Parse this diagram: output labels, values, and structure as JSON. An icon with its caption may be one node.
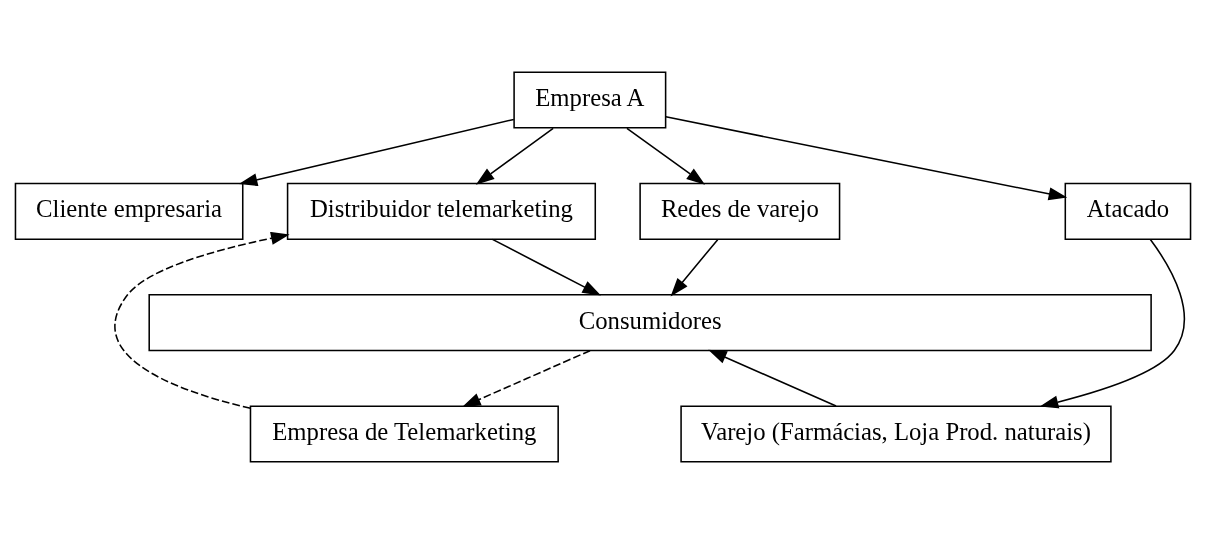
{
  "diagram": {
    "nodes": [
      {
        "text": [
          "Empresa A"
        ]
      },
      {
        "text": [
          "Cliente empresaria"
        ]
      },
      {
        "text": [
          "Distribuidor telemarketing"
        ]
      },
      {
        "text": [
          "Atacado"
        ]
      },
      {
        "text": [
          "Redes de varejo"
        ]
      },
      {
        "text": [
          "Empresa de Telemarketing"
        ]
      },
      {
        "text": [
          "Varejo (Farmácias, Loja Prod. naturais)"
        ]
      },
      {
        "text": [
          "Consumidores"
        ]
      }
    ],
    "edges": [
      {
        "from": 0,
        "to": 1,
        "arrow": "to"
      },
      {
        "from": 0,
        "to": 2,
        "arrow": "to"
      },
      {
        "from": 0,
        "to": 3,
        "arrow": "to"
      },
      {
        "from": 0,
        "to": 4,
        "arrow": "to"
      },
      {
        "from": 3,
        "to": 6,
        "arrow": "to"
      },
      {
        "from": 5,
        "to": 2,
        "arrow": "to",
        "style": "dashed"
      },
      {
        "from": 2,
        "to": 7,
        "arrow": "to"
      },
      {
        "from": 6,
        "to": 7,
        "arrow": "to"
      },
      {
        "from": 4,
        "to": 7,
        "arrow": "to"
      },
      {
        "from": 7,
        "to": 5,
        "arrow": "to",
        "style": "dashed"
      }
    ]
  }
}
